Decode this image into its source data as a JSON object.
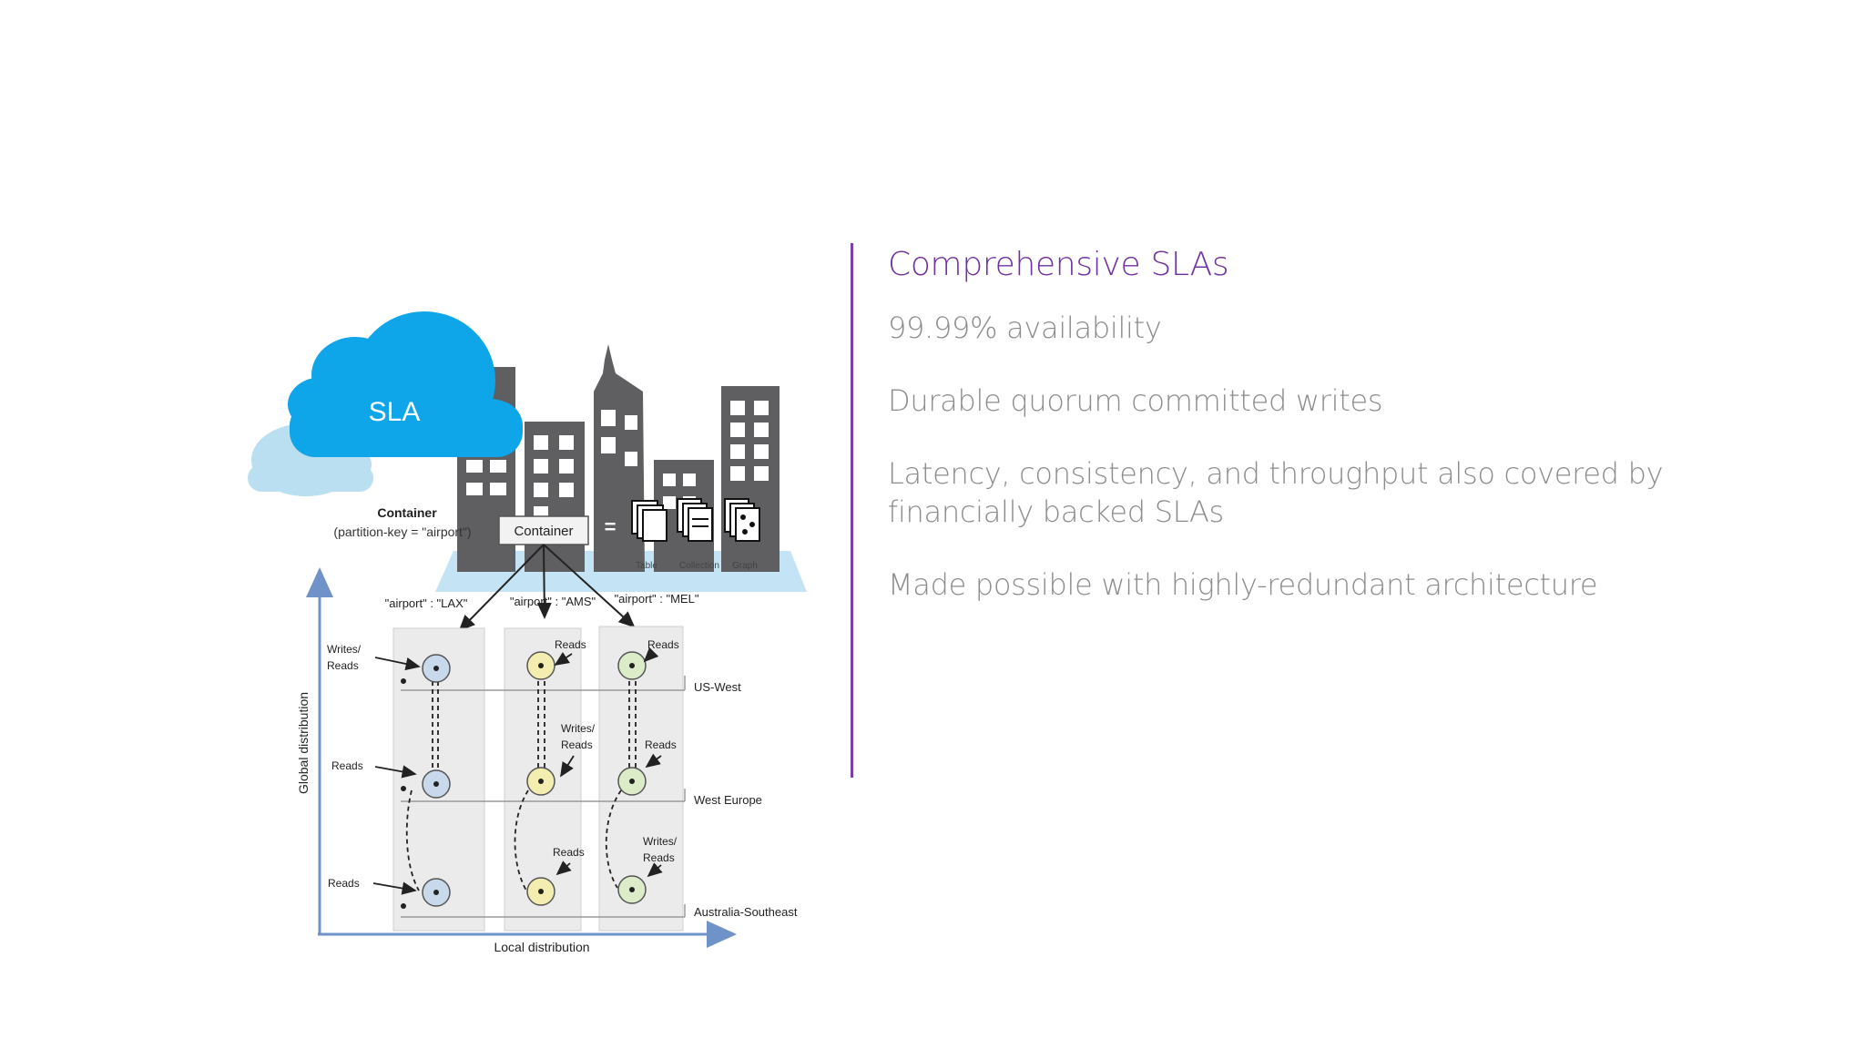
{
  "slide": {
    "heading": "Comprehensive SLAs",
    "bullets": [
      "99.99% availability",
      "Durable quorum committed writes",
      "Latency, consistency, and throughput also covered by financially backed SLAs",
      "Made possible with highly-redundant architecture"
    ]
  },
  "diagram": {
    "cloud_label": "SLA",
    "container_title": "Container",
    "container_subtitle": "(partition-key = \"airport\")",
    "container_box_label": "Container",
    "equals_sign": "=",
    "model_labels": [
      "Table",
      "Collection",
      "Graph"
    ],
    "partition_labels": [
      "\"airport\" : \"LAX\"",
      "\"airport\" : \"AMS\"",
      "\"airport\" : \"MEL\""
    ],
    "region_labels": [
      "US-West",
      "West Europe",
      "Australia-Southeast"
    ],
    "y_axis_label": "Global distribution",
    "x_axis_label": "Local distribution",
    "op_labels": {
      "writes": "Writes/",
      "reads": "Reads"
    }
  },
  "colors": {
    "heading": "#7030a0",
    "bullet_text": "#8c8c8c",
    "divider": "#7a3fa8",
    "cloud_primary": "#0ea5e9",
    "cloud_secondary": "#b9dff0",
    "buildings": "#5f5f61",
    "ground": "#c4e4f5",
    "axis": "#6f93c8",
    "node_lax": "#c8d9ec",
    "node_ams": "#f3edb0",
    "node_mel": "#dcebc8"
  }
}
